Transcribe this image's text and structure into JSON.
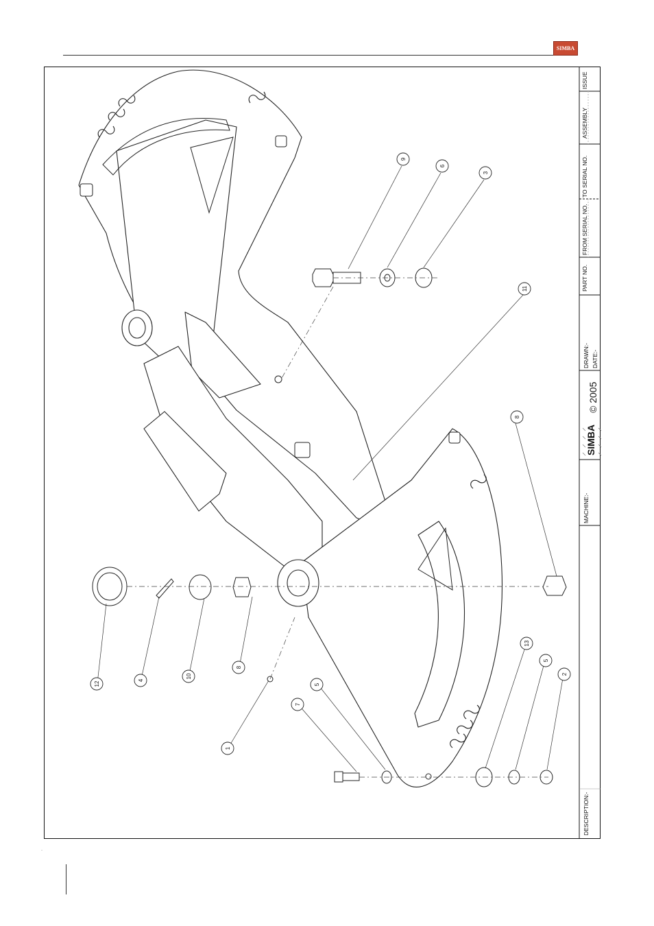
{
  "header": {
    "logo_text": "SIMBA"
  },
  "title_block": {
    "description_label": "DESCRIPTION:-",
    "machine_label": "MACHINE:-",
    "brand": "SIMBA",
    "copyright": "© 2005",
    "drawn_label": "DRAWN:-",
    "date_label": "DATE:-",
    "part_no_label": "PART NO.",
    "from_serial_label": "FROM SERIAL NO.",
    "to_serial_label": "TO SERIAL NO.",
    "assembly_label": "ASSEMBLY",
    "issue_label": "ISSUE"
  },
  "balloons": {
    "b1": "1",
    "b2": "2",
    "b3": "3",
    "b4": "4",
    "b5a": "5",
    "b5b": "5",
    "b6": "6",
    "b7": "7",
    "b8a": "8",
    "b8b": "8",
    "b9": "9",
    "b10": "10",
    "b11": "11",
    "b12": "12",
    "b13": "13"
  }
}
